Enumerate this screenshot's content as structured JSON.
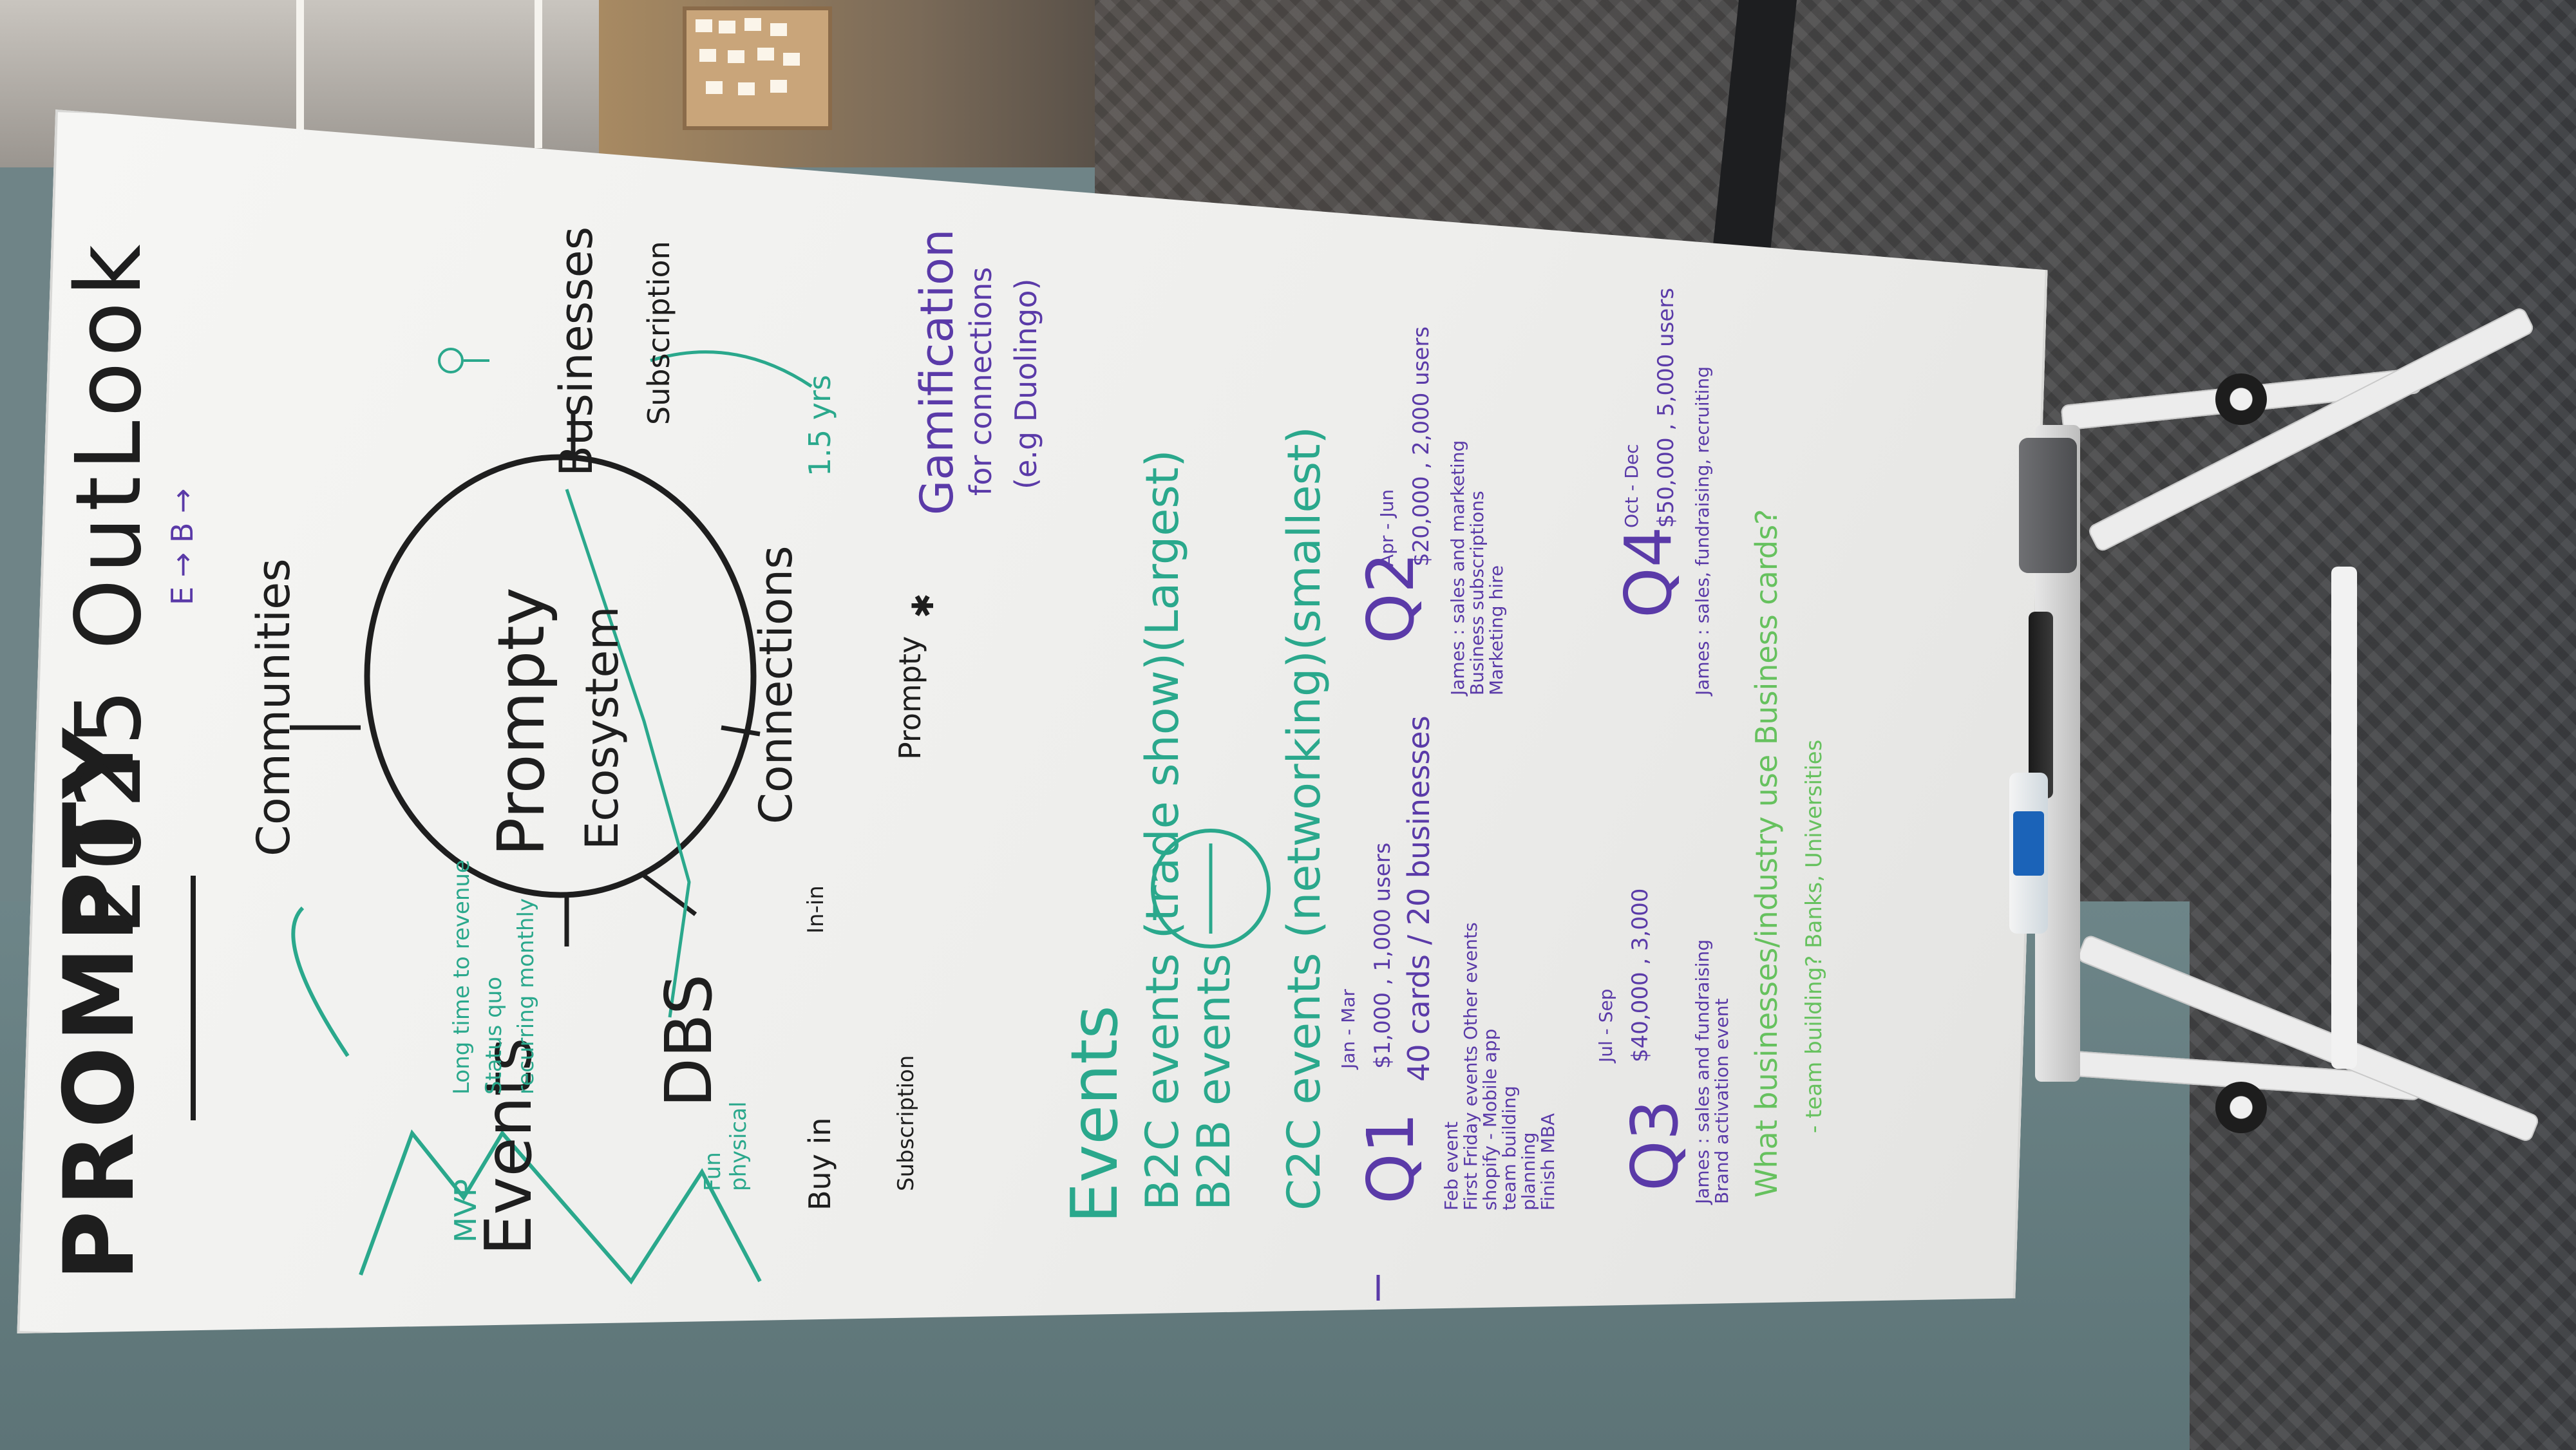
{
  "whiteboard": {
    "title_left": "PROMPTY",
    "title_right": "2025 OutLook",
    "title_subnote": "E → B →",
    "center_name": "Prompty",
    "center_sub": "Ecosystem",
    "branches": {
      "communities": "Communities",
      "connections": "Connections",
      "connections_term": "1.5 yrs",
      "connections_arrow": "Prompty",
      "connections_star": "✱",
      "gamification": "Gamification",
      "gamification_2": "for connections",
      "gamification_3": "(e.g Duolingo)",
      "businesses": "Businesses",
      "subscription": "Subscription",
      "events": "Events",
      "events_notes": [
        "Long time to revenue",
        "Status quo",
        "recurring monthly"
      ],
      "dbs": "DBS",
      "fun": "Fun",
      "physical": "physical",
      "buy_in": "Buy in",
      "subscription_2": "Subscription",
      "bullet_in": "In-in",
      "mvp": "MVP"
    },
    "events_section": {
      "heading": "Events",
      "b2c": "B2C events (trade show)(Largest)",
      "b2b": "B2B events",
      "c2c": "C2C events (networking)(smallest)"
    },
    "quarters": [
      {
        "q": "Q1",
        "period": "Jan - Mar",
        "target": "$1,000 , 1,000 users",
        "line2": "40 cards / 20 businesses",
        "notes": [
          "Feb event",
          "First Friday events  Other events",
          "shopify  - Mobile app",
          "team building",
          "planning",
          "Finish MBA"
        ]
      },
      {
        "q": "Q2",
        "period": "Apr - Jun",
        "target": "$20,000 , 2,000 users",
        "notes": [
          "James : sales and marketing",
          "Business subscriptions",
          "Marketing hire"
        ]
      },
      {
        "q": "Q3",
        "period": "Jul - Sep",
        "target": "$40,000 , 3,000",
        "notes": [
          "James : sales and fundraising",
          "Brand activation event"
        ]
      },
      {
        "q": "Q4",
        "period": "Oct - Dec",
        "target": "$50,000 , 5,000 users",
        "notes": [
          "James : sales, fundraising, recruiting"
        ]
      }
    ],
    "question": "What businesses/industry use Business cards?",
    "question_note": "- team building?  Banks, Universities"
  },
  "colors": {
    "black_ink": "#1e1e1e",
    "green_ink": "#2aa88c",
    "light_green_ink": "#66c15e",
    "purple_ink": "#5a3aa8",
    "board": "#f0f0ee",
    "carpet": "#4b4a4a"
  }
}
